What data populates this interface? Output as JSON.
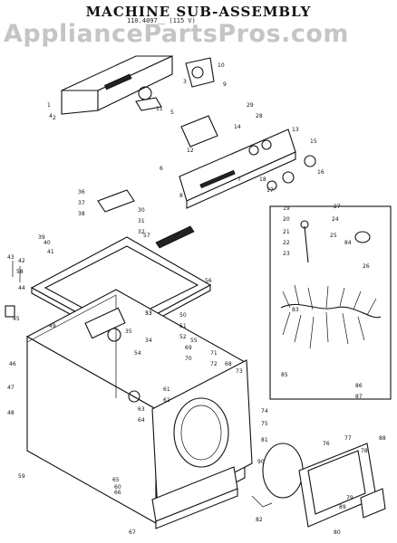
{
  "diagram": {
    "title": "MACHINE SUB-ASSEMBLY",
    "subtitle": "110.4097__ (115 V)",
    "watermark": "AppliancePartsPros.com"
  },
  "callouts": [
    "1",
    "2",
    "3",
    "4",
    "5",
    "6",
    "7",
    "8",
    "9",
    "10",
    "11",
    "12",
    "13",
    "14",
    "15",
    "16",
    "17",
    "18",
    "19",
    "20",
    "21",
    "22",
    "23",
    "24",
    "25",
    "26",
    "27",
    "28",
    "29",
    "30",
    "31",
    "32",
    "33",
    "34",
    "35",
    "36",
    "37",
    "38",
    "39",
    "40",
    "41",
    "42",
    "43",
    "44",
    "45",
    "46",
    "47",
    "48",
    "49",
    "50",
    "51",
    "52",
    "53",
    "54",
    "55",
    "56",
    "57",
    "58",
    "59",
    "60",
    "61",
    "62",
    "63",
    "64",
    "65",
    "66",
    "67",
    "68",
    "69",
    "70",
    "71",
    "72",
    "73",
    "74",
    "75",
    "76",
    "77",
    "78",
    "79",
    "80",
    "81",
    "82",
    "83",
    "84",
    "85",
    "86",
    "87",
    "88",
    "89",
    "90"
  ]
}
